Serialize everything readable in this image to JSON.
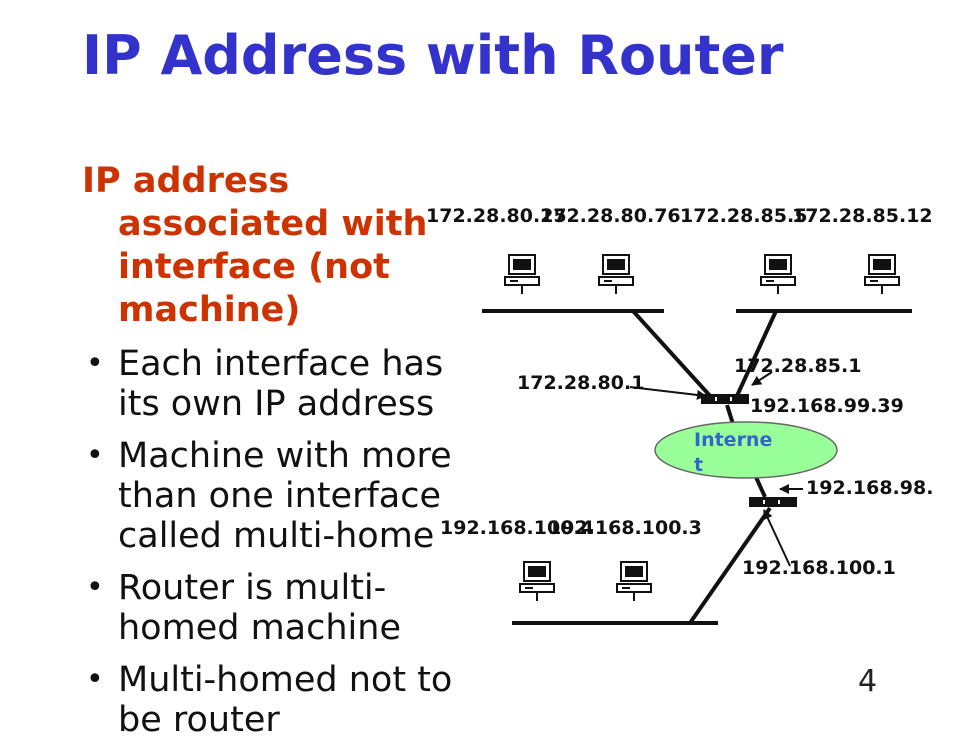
{
  "slide": {
    "title": "IP Address with Router",
    "page_number": "4"
  },
  "bullets": {
    "intro": "IP address associated with interface (not machine)",
    "items": [
      "Each interface  has its own IP address",
      "Machine with more than one interface called multi-home",
      "Router is multi-homed machine",
      "Multi-homed not to be router"
    ]
  },
  "diagram": {
    "hosts_top": [
      "172.28.80.25",
      "172.28.80.76",
      "172.28.85.5",
      "172.28.85.12"
    ],
    "hosts_bottom": [
      "192.168.100.4",
      "192.168.100.3"
    ],
    "router1_interfaces": [
      "172.28.80.1",
      "172.28.85.1",
      "192.168.99.39"
    ],
    "router2_interfaces": [
      "192.168.98.",
      "192.168.100.1"
    ],
    "cloud_label": "Interne t",
    "colors": {
      "title": "#3333cc",
      "intro": "#cc3300",
      "cloud": "#99ff99"
    }
  }
}
